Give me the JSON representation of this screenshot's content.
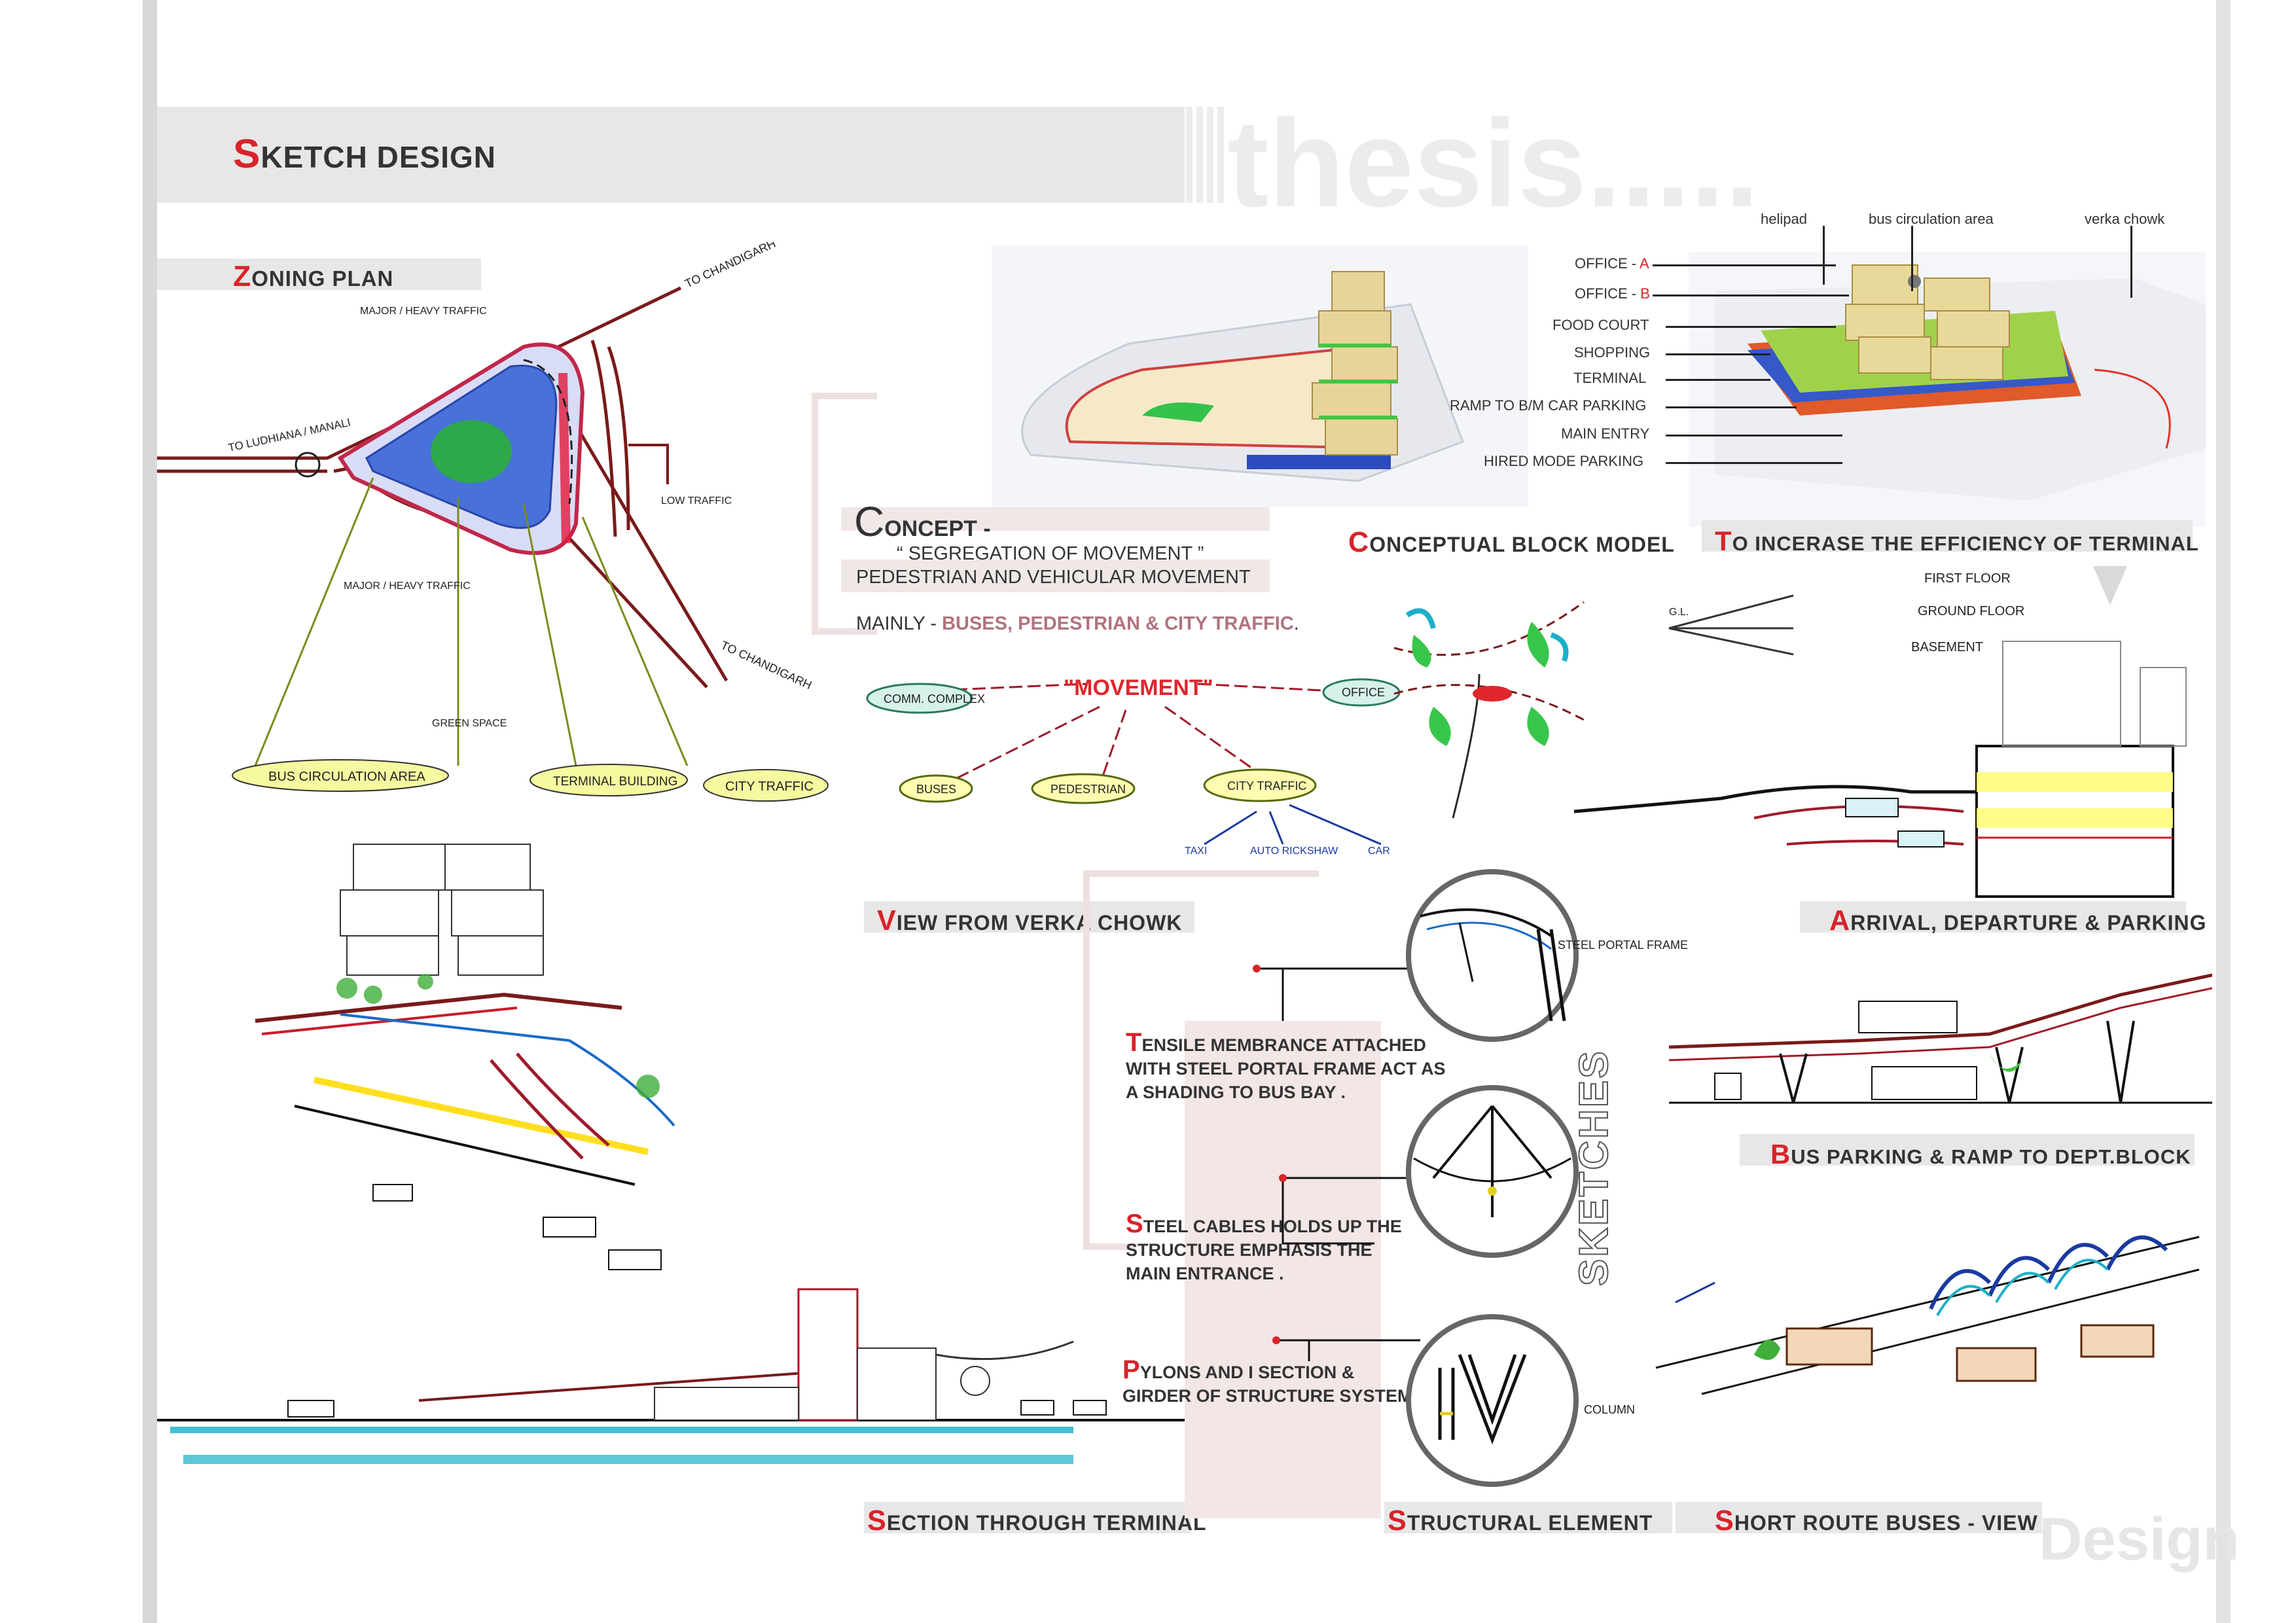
{
  "header": {
    "title_initial": "S",
    "title_rest": "KETCH DESIGN",
    "watermark": "thesis.....",
    "watermark_bottom": "Design"
  },
  "side_label": "SKETCHES",
  "sections": {
    "zoning": {
      "initial": "Z",
      "rest": "ONING PLAN"
    },
    "concept_block": {
      "initial": "C",
      "rest": "ONCEPTUAL BLOCK MODEL"
    },
    "efficiency": {
      "initial": "T",
      "rest": "O INCERASE THE EFFICIENCY OF TERMINAL"
    },
    "verka": {
      "initial": "V",
      "rest": "IEW FROM VERKA CHOWK"
    },
    "arrival": {
      "initial": "A",
      "rest": "RRIVAL, DEPARTURE & PARKING"
    },
    "bus_parking": {
      "initial": "B",
      "rest": "US PARKING & RAMP TO DEPT.BLOCK"
    },
    "section": {
      "initial": "S",
      "rest": "ECTION THROUGH TERMINAL"
    },
    "structural": {
      "initial": "S",
      "rest": "TRUCTURAL ELEMENT"
    },
    "short_route": {
      "initial": "S",
      "rest": "HORT ROUTE BUSES - VIEW"
    }
  },
  "concept": {
    "initial": "C",
    "rest": "ONCEPT -",
    "line1": "“ SEGREGATION OF MOVEMENT ”",
    "line2": "PEDESTRIAN AND VEHICULAR MOVEMENT",
    "mainly": "MAINLY - ",
    "mainly_highlight": "BUSES, PEDESTRIAN & CITY TRAFFIC",
    "period": "."
  },
  "block_model_legend": {
    "top": [
      "helipad",
      "bus circulation area",
      "verka chowk"
    ],
    "office_a_prefix": "OFFICE - ",
    "office_a_letter": "A",
    "office_b_prefix": "OFFICE - ",
    "office_b_letter": "B",
    "items": [
      "FOOD COURT",
      "SHOPPING",
      "TERMINAL",
      "RAMP TO B/M CAR PARKING",
      "MAIN ENTRY",
      "HIRED MODE PARKING"
    ]
  },
  "structural_notes": [
    {
      "initial": "T",
      "lines": [
        "ENSILE MEMBRANCE  ATTACHED",
        "WITH STEEL PORTAL FRAME  ACT  AS",
        "A SHADING TO BUS BAY ."
      ]
    },
    {
      "initial": "S",
      "lines": [
        "TEEL CABLES HOLDS UP THE",
        "STRUCTURE EMPHASIS  THE",
        "MAIN ENTRANCE ."
      ]
    },
    {
      "initial": "P",
      "lines": [
        "YLONS AND I SECTION &",
        "GIRDER OF STRUCTURE SYSTEM"
      ]
    }
  ],
  "sketch_labels": {
    "movement": "\"MOVEMENT\"",
    "comm_complex": "COMM. COMPLEX",
    "office": "OFFICE",
    "buses": "BUSES",
    "pedestrian": "PEDESTRIAN",
    "city_traffic": "CITY TRAFFIC",
    "taxi": "TAXI",
    "auto": "AUTO RICKSHAW",
    "car": "CAR",
    "bus_circulation": "BUS CIRCULATION AREA",
    "terminal_building": "TERMINAL BUILDING",
    "city_traffic_oval": "CITY TRAFFIC",
    "to_chandigarh_top": "TO CHANDIGARH",
    "to_chandigarh_right": "TO CHANDIGARH",
    "to_ludhiana": "TO LUDHIANA / MANALI",
    "major_heavy_top": "MAJOR / HEAVY TRAFFIC",
    "major_heavy_left": "MAJOR / HEAVY TRAFFIC",
    "low_traffic": "LOW TRAFFIC",
    "green_space": "GREEN SPACE",
    "first_floor": "FIRST FLOOR",
    "ground_floor": "GROUND FLOOR",
    "basement": "BASEMENT",
    "gl": "G.L.",
    "steel_portal": "STEEL PORTAL FRAME",
    "column": "COLUMN"
  }
}
